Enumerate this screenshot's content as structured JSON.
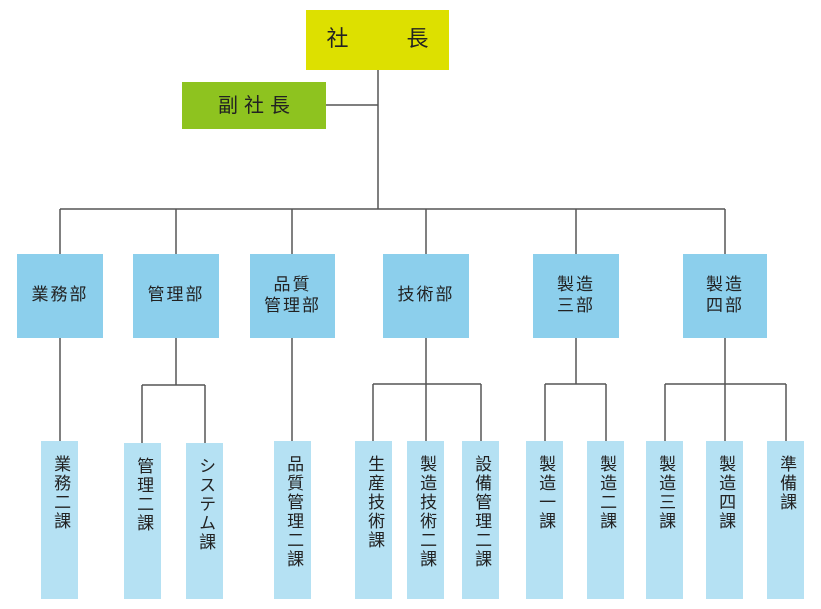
{
  "colors": {
    "president": "#dde000",
    "vice_president": "#8ec31f",
    "department": "#8ccfec",
    "section": "#b5e1f3",
    "line": "#555555"
  },
  "president": {
    "label": "社　長"
  },
  "vice_president": {
    "label": "副社長"
  },
  "departments": [
    {
      "label": "業務部",
      "sections": [
        {
          "label": "業務二課"
        }
      ]
    },
    {
      "label": "管理部",
      "sections": [
        {
          "label": "管理二課"
        },
        {
          "label": "システム課"
        }
      ]
    },
    {
      "label": "品質\n管理部",
      "sections": [
        {
          "label": "品質管理二課"
        }
      ]
    },
    {
      "label": "技術部",
      "sections": [
        {
          "label": "生産技術課"
        },
        {
          "label": "製造技術二課"
        },
        {
          "label": "設備管理二課"
        }
      ]
    },
    {
      "label": "製造\n三部",
      "sections": [
        {
          "label": "製造一課"
        },
        {
          "label": "製造二課"
        }
      ]
    },
    {
      "label": "製造\n四部",
      "sections": [
        {
          "label": "製造三課"
        },
        {
          "label": "製造四課"
        },
        {
          "label": "準備課"
        }
      ]
    }
  ]
}
